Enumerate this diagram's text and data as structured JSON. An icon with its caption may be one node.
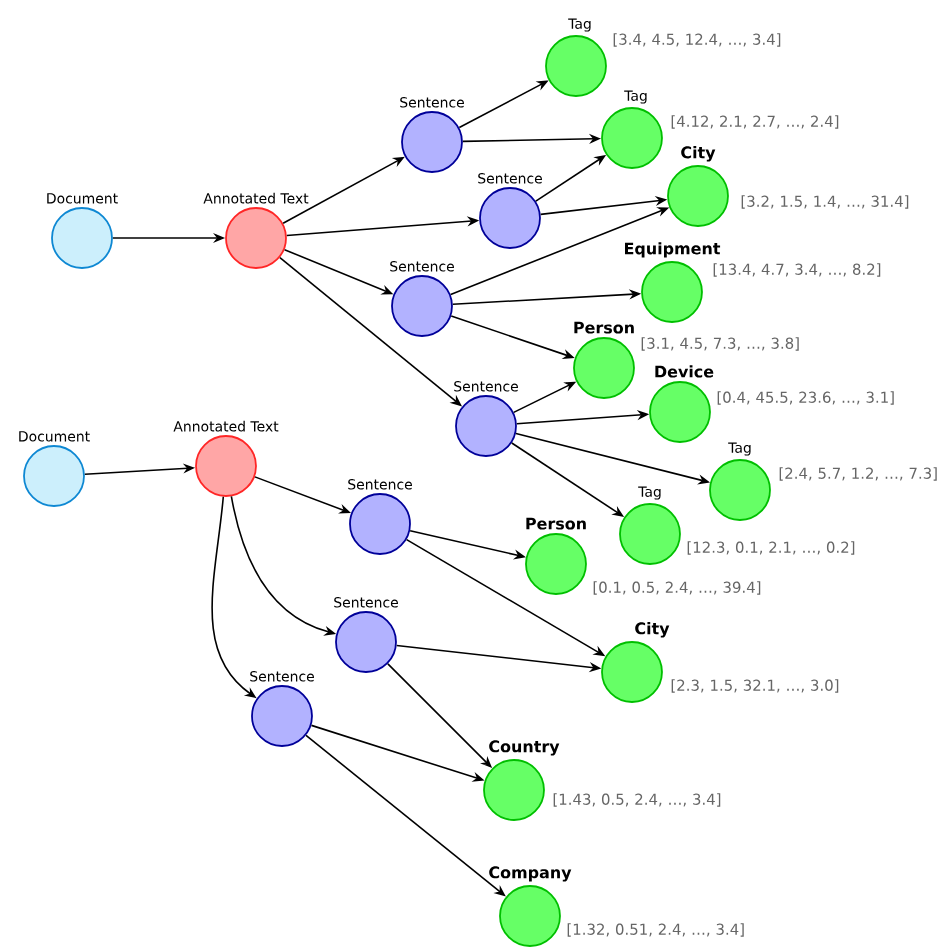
{
  "diagram": {
    "nodes": [
      {
        "text": [
          "Document"
        ]
      },
      {
        "text": [
          "Annotated Text"
        ]
      },
      {
        "text": [
          "Sentence"
        ]
      },
      {
        "text": [
          "Sentence"
        ]
      },
      {
        "text": [
          "Sentence"
        ]
      },
      {
        "text": [
          "Sentence"
        ]
      },
      {
        "text": [
          "Tag"
        ],
        "beside": [
          "[3.4, 4.5, 12.4, …, 3.4]"
        ]
      },
      {
        "text": [
          "Tag"
        ],
        "beside": [
          "[4.12, 2.1, 2.7, …, 2.4]"
        ]
      },
      {
        "text": [
          "City"
        ],
        "beside": [
          "[3.2, 1.5, 1.4, …, 31.4]"
        ]
      },
      {
        "text": [
          "Equipment"
        ],
        "beside": [
          "[13.4, 4.7, 3.4, …, 8.2]"
        ]
      },
      {
        "text": [
          "Person"
        ],
        "beside": [
          "[3.1, 4.5, 7.3, …, 3.8]"
        ]
      },
      {
        "text": [
          "Device"
        ],
        "beside": [
          "[0.4, 45.5, 23.6, …, 3.1]"
        ]
      },
      {
        "text": [
          "Tag"
        ],
        "beside": [
          "[2.4, 5.7, 1.2, …, 7.3]"
        ]
      },
      {
        "text": [
          "Tag"
        ],
        "beside": [
          "[12.3, 0.1, 2.1, …, 0.2]"
        ]
      },
      {
        "text": [
          "Document"
        ]
      },
      {
        "text": [
          "Annotated Text"
        ]
      },
      {
        "text": [
          "Sentence"
        ]
      },
      {
        "text": [
          "Sentence"
        ]
      },
      {
        "text": [
          "Sentence"
        ]
      },
      {
        "text": [
          "Person"
        ],
        "beside": [
          "[0.1, 0.5, 2.4, …, 39.4]"
        ]
      },
      {
        "text": [
          "City"
        ],
        "beside": [
          "[2.3, 1.5, 32.1, …, 3.0]"
        ]
      },
      {
        "text": [
          "Country"
        ],
        "beside": [
          "[1.43, 0.5, 2.4, …, 3.4]"
        ]
      },
      {
        "text": [
          "Company"
        ],
        "beside": [
          "[1.32, 0.51, 2.4, …, 3.4]"
        ]
      }
    ],
    "edges": [
      {
        "from": 0,
        "to": 1,
        "arrow": "to"
      },
      {
        "from": 1,
        "to": 2,
        "arrow": "to"
      },
      {
        "from": 1,
        "to": 3,
        "arrow": "to"
      },
      {
        "from": 1,
        "to": 4,
        "arrow": "to"
      },
      {
        "from": 1,
        "to": 5,
        "arrow": "to"
      },
      {
        "from": 2,
        "to": 6,
        "arrow": "to"
      },
      {
        "from": 2,
        "to": 7,
        "arrow": "to"
      },
      {
        "from": 3,
        "to": 7,
        "arrow": "to"
      },
      {
        "from": 3,
        "to": 8,
        "arrow": "to"
      },
      {
        "from": 4,
        "to": 8,
        "arrow": "to"
      },
      {
        "from": 4,
        "to": 9,
        "arrow": "to"
      },
      {
        "from": 4,
        "to": 10,
        "arrow": "to"
      },
      {
        "from": 5,
        "to": 10,
        "arrow": "to"
      },
      {
        "from": 5,
        "to": 11,
        "arrow": "to"
      },
      {
        "from": 5,
        "to": 12,
        "arrow": "to"
      },
      {
        "from": 5,
        "to": 13,
        "arrow": "to"
      },
      {
        "from": 14,
        "to": 15,
        "arrow": "to"
      },
      {
        "from": 15,
        "to": 16,
        "arrow": "to"
      },
      {
        "from": 15,
        "to": 17,
        "arrow": "to"
      },
      {
        "from": 15,
        "to": 18,
        "arrow": "to"
      },
      {
        "from": 16,
        "to": 19,
        "arrow": "to"
      },
      {
        "from": 16,
        "to": 20,
        "arrow": "to"
      },
      {
        "from": 17,
        "to": 20,
        "arrow": "to"
      },
      {
        "from": 17,
        "to": 21,
        "arrow": "to"
      },
      {
        "from": 18,
        "to": 21,
        "arrow": "to"
      },
      {
        "from": 18,
        "to": 22,
        "arrow": "to"
      }
    ]
  }
}
